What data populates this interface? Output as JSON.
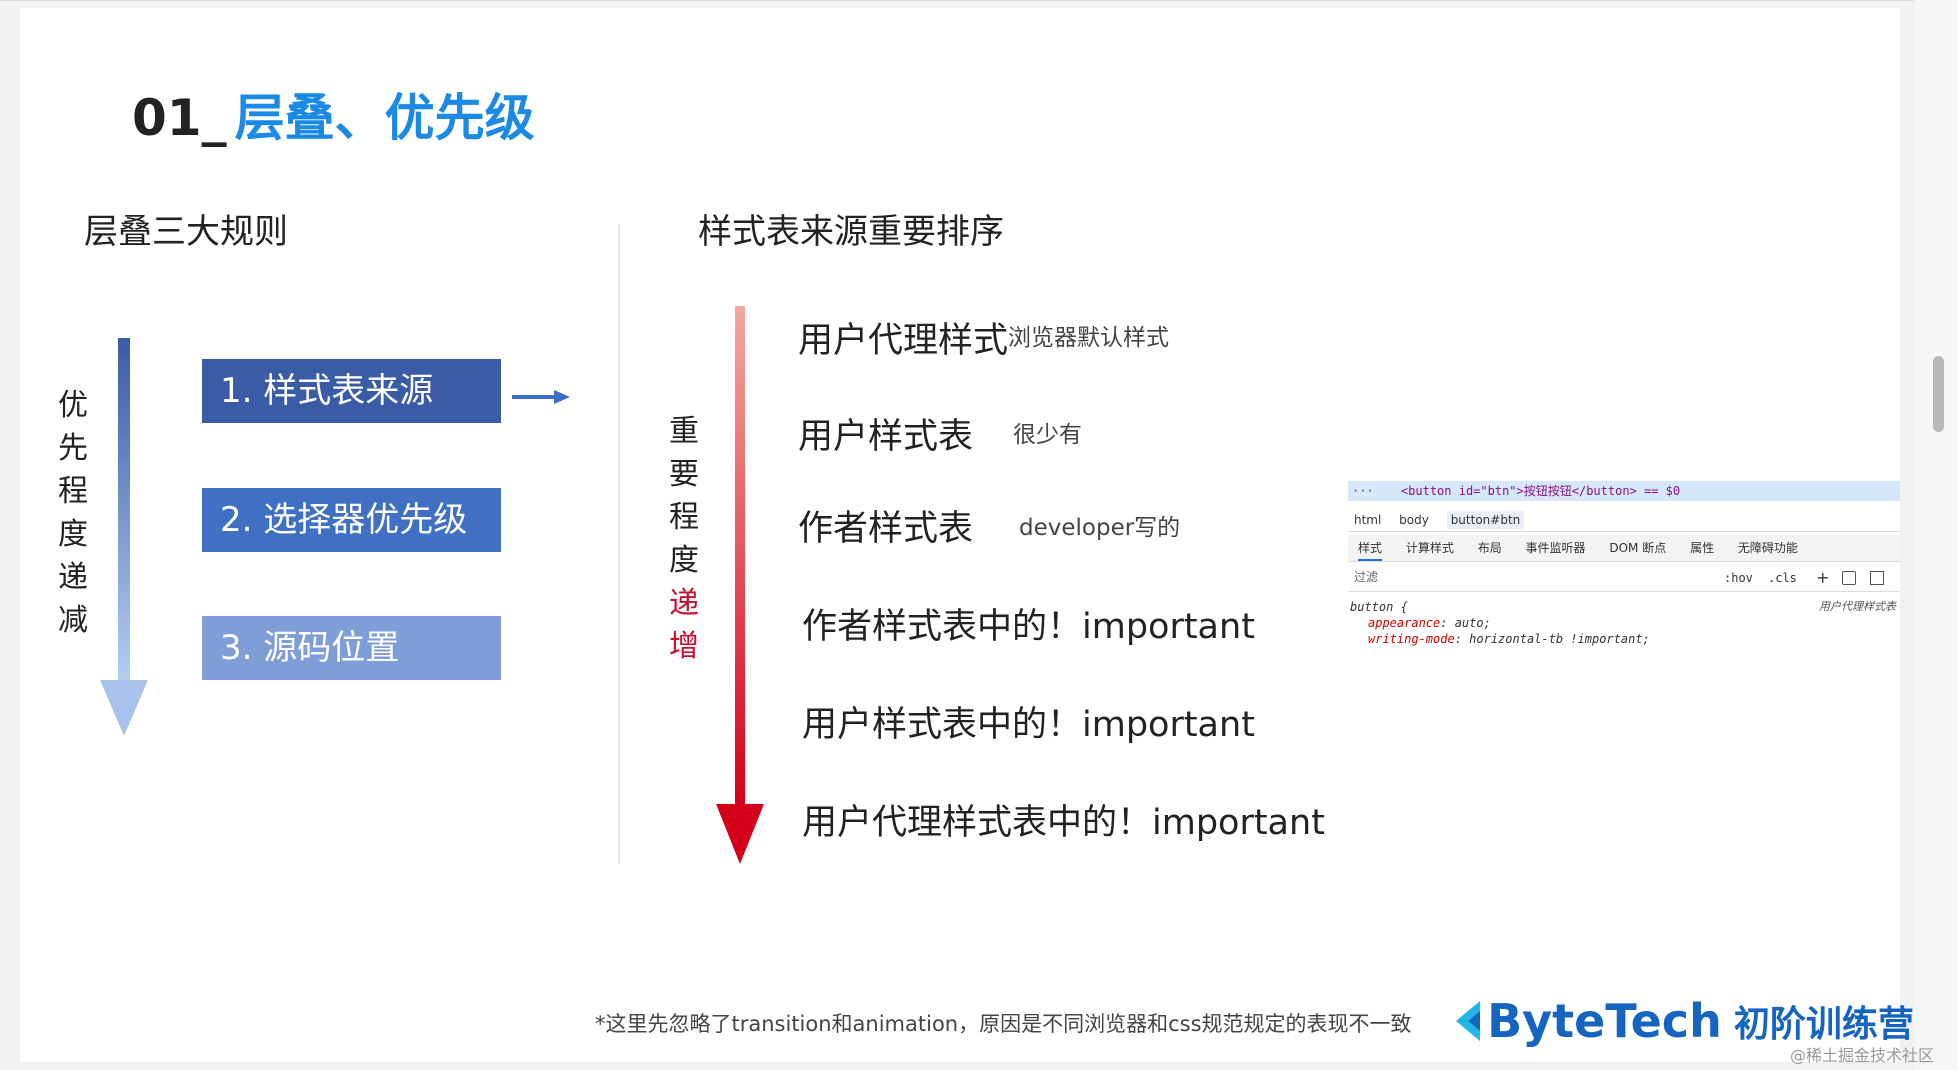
{
  "title": {
    "number": "01_",
    "text": "层叠、优先级"
  },
  "left": {
    "heading": "层叠三大规则",
    "axis_label": [
      "优",
      "先",
      "程",
      "度",
      "递",
      "减"
    ],
    "rules": [
      "1. 样式表来源",
      "2. 选择器优先级",
      "3. 源码位置"
    ],
    "colors": [
      "#3a5ba6",
      "#4070c4",
      "#7f9ed8"
    ]
  },
  "right": {
    "heading": "样式表来源重要排序",
    "axis_label_normal": [
      "重",
      "要",
      "程",
      "度"
    ],
    "axis_label_highlight": [
      "递",
      "增"
    ],
    "origins": [
      {
        "label": "用户代理样式",
        "note": "浏览器默认样式"
      },
      {
        "label": "用户样式表",
        "note": "很少有"
      },
      {
        "label": "作者样式表",
        "note": "developer写的"
      },
      {
        "label": "作者样式表中的！important",
        "note": ""
      },
      {
        "label": "用户样式表中的！important",
        "note": ""
      },
      {
        "label": "用户代理样式表中的！important",
        "note": ""
      }
    ]
  },
  "devtools": {
    "element_line": "<button id=\"btn\">按钮按钮</button> == $0",
    "ellipsis": "···",
    "breadcrumbs": [
      "html",
      "body",
      "button#btn"
    ],
    "tabs": [
      "样式",
      "计算样式",
      "布局",
      "事件监听器",
      "DOM 断点",
      "属性",
      "无障碍功能"
    ],
    "filter_placeholder": "过滤",
    "hov": ":hov",
    "cls": ".cls",
    "plus": "+",
    "selector": "button {",
    "origin": "用户代理样式表",
    "prop1_name": "appearance",
    "prop1_value": ": auto;",
    "prop2_name": "writing-mode",
    "prop2_value": ": horizontal-tb !important;"
  },
  "footnote": "*这里先忽略了transition和animation，原因是不同浏览器和css规范规定的表现不一致",
  "brand": {
    "name": "ByteTech",
    "sub": "初阶训练营"
  },
  "credit": "@稀土掘金技术社区"
}
